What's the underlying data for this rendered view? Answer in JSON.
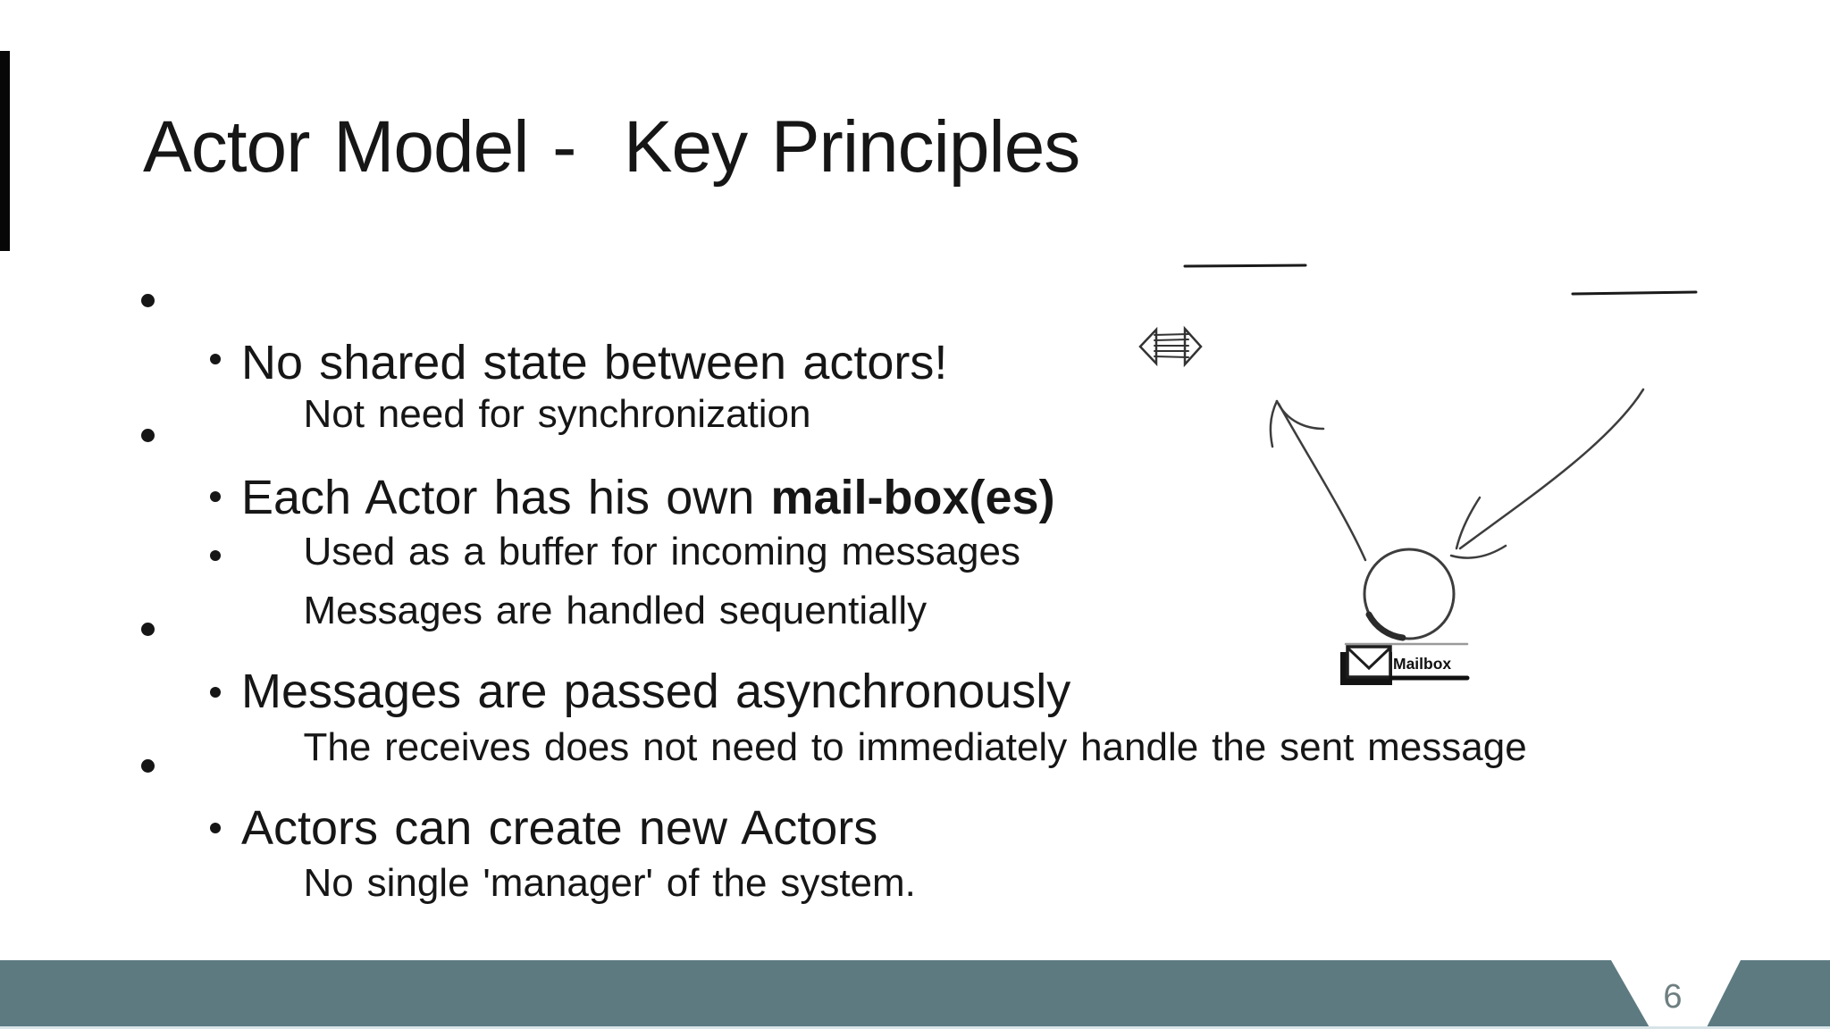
{
  "slide": {
    "title": "Actor Model -  Key Principles",
    "page_number": "6"
  },
  "bullets": [
    {
      "level": 1,
      "text": "No shared state between actors!"
    },
    {
      "level": 2,
      "text": "Not need for synchronization"
    },
    {
      "level": 1,
      "text": "Each Actor has his own ",
      "bold": "mail-box(es)"
    },
    {
      "level": 2,
      "text": "Used as a buffer for incoming messages"
    },
    {
      "level": 2,
      "text": "Messages are handled sequentially"
    },
    {
      "level": 1,
      "text": "Messages are passed asynchronously"
    },
    {
      "level": 2,
      "text": "The receives does not need to immediately handle the sent message"
    },
    {
      "level": 1,
      "text": "Actors can create new Actors"
    },
    {
      "level": 2,
      "text": "No single 'manager' of the system."
    }
  ],
  "diagram": {
    "mailbox_label": "Mailbox",
    "icons": [
      "resize-horizontal-icon",
      "arrow-up-left-icon",
      "arrow-down-left-icon",
      "actor-circle",
      "envelope-icon"
    ]
  },
  "colors": {
    "text": "#161616",
    "footer_bar": "#5d7a81",
    "page_number_gray": "#6e7e81",
    "accent_bar": "#070707",
    "diagram_stroke": "#3d3d3d"
  }
}
